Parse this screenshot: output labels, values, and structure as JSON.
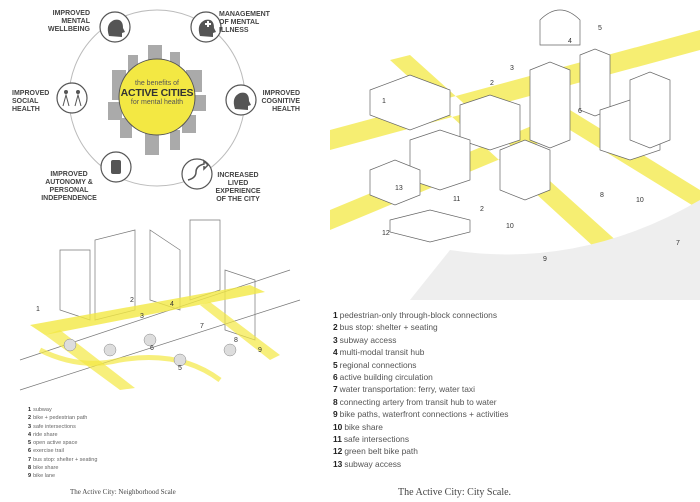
{
  "infographic": {
    "center": {
      "line1": "the benefits of",
      "line2": "ACTIVE CITIES",
      "line3": "for mental health"
    },
    "benefits": [
      {
        "label": "IMPROVED\nMENTAL\nWELLBEING",
        "icon": "head-leaf-icon"
      },
      {
        "label": "MANAGEMENT\nOF MENTAL\nILLNESS",
        "icon": "head-cross-icon"
      },
      {
        "label": "IMPROVED\nSOCIAL\nHEALTH",
        "icon": "people-icon"
      },
      {
        "label": "IMPROVED\nCOGNITIVE\nHEALTH",
        "icon": "head-gears-icon"
      },
      {
        "label": "IMPROVED\nAUTONOMY &\nPERSONAL\nINDEPENDENCE",
        "icon": "fist-icon"
      },
      {
        "label": "INCREASED\nLIVED\nEXPERIENCE\nOF THE CITY",
        "icon": "path-arrow-icon"
      }
    ],
    "accent": "#f3e843"
  },
  "neighborhood": {
    "markers": [
      "1",
      "2",
      "3",
      "4",
      "5",
      "6",
      "7",
      "8",
      "9"
    ],
    "legend": [
      {
        "n": "1",
        "text": "subway"
      },
      {
        "n": "2",
        "text": "bike + pedestrian path"
      },
      {
        "n": "3",
        "text": "safe intersections"
      },
      {
        "n": "4",
        "text": "ride share"
      },
      {
        "n": "5",
        "text": "open active space"
      },
      {
        "n": "6",
        "text": "exercise trail"
      },
      {
        "n": "7",
        "text": "bus stop: shelter + seating"
      },
      {
        "n": "8",
        "text": "bike share"
      },
      {
        "n": "9",
        "text": "bike lane"
      }
    ],
    "caption": "The Active City: Neighborhood Scale"
  },
  "city": {
    "markers": [
      "1",
      "2",
      "3",
      "4",
      "5",
      "6",
      "7",
      "8",
      "9",
      "10",
      "10",
      "11",
      "12",
      "13",
      "2"
    ],
    "legend": [
      {
        "n": "1",
        "text": "pedestrian-only through-block connections"
      },
      {
        "n": "2",
        "text": "bus stop: shelter + seating"
      },
      {
        "n": "3",
        "text": "subway access"
      },
      {
        "n": "4",
        "text": "multi-modal transit hub"
      },
      {
        "n": "5",
        "text": "regional connections"
      },
      {
        "n": "6",
        "text": "active building circulation"
      },
      {
        "n": "7",
        "text": "water transportation: ferry, water taxi"
      },
      {
        "n": "8",
        "text": "connecting artery from transit hub to water"
      },
      {
        "n": "9",
        "text": "bike paths, waterfront connections + activities"
      },
      {
        "n": "10",
        "text": "bike share"
      },
      {
        "n": "11",
        "text": "safe intersections"
      },
      {
        "n": "12",
        "text": "green belt bike path"
      },
      {
        "n": "13",
        "text": "subway access"
      }
    ],
    "caption": "The Active City: City Scale."
  }
}
